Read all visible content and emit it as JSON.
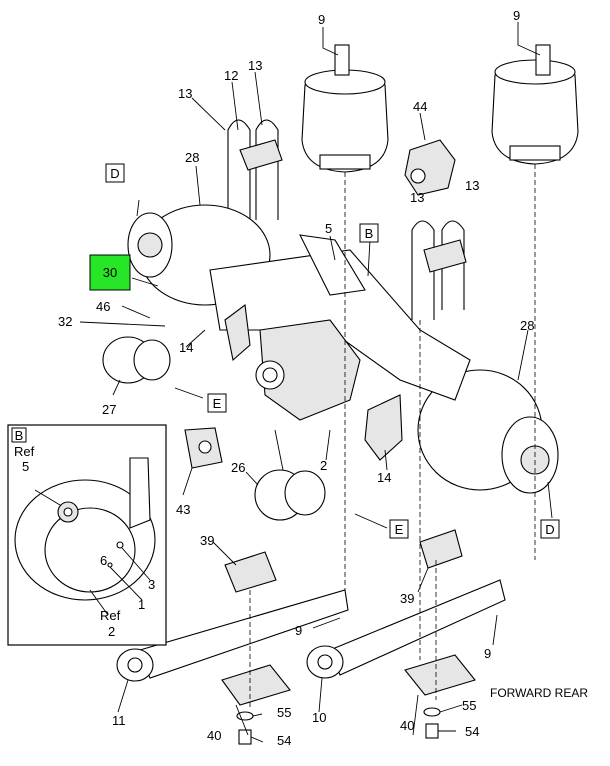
{
  "callouts": {
    "c9_left": "9",
    "c9_right": "9",
    "c12": "12",
    "c13_a": "13",
    "c13_b": "13",
    "c13_c": "13",
    "c44": "44",
    "c28_left": "28",
    "c28_right": "28",
    "c5": "5",
    "c30": "30",
    "c46": "46",
    "c32": "32",
    "c14_a": "14",
    "c14_b": "14",
    "c27": "27",
    "c43": "43",
    "c26": "26",
    "c2": "2",
    "c39_a": "39",
    "c39_b": "39",
    "c9_c": "9",
    "c9_d": "9",
    "c11": "11",
    "c40_a": "40",
    "c40_b": "40",
    "c55_a": "55",
    "c55_b": "55",
    "c54_a": "54",
    "c54_b": "54",
    "c10": "10"
  },
  "view_labels": {
    "d_top": "D",
    "d_bottom": "D",
    "b_main": "B",
    "e_top": "E",
    "e_bottom": "E"
  },
  "detail_b": {
    "tag": "B",
    "ref_top": "Ref",
    "n5": "5",
    "n6": "6",
    "n3": "3",
    "n1": "1",
    "ref_bottom": "Ref",
    "n2": "2"
  },
  "caption": "FORWARD REAR",
  "highlight_color": "#27e627"
}
